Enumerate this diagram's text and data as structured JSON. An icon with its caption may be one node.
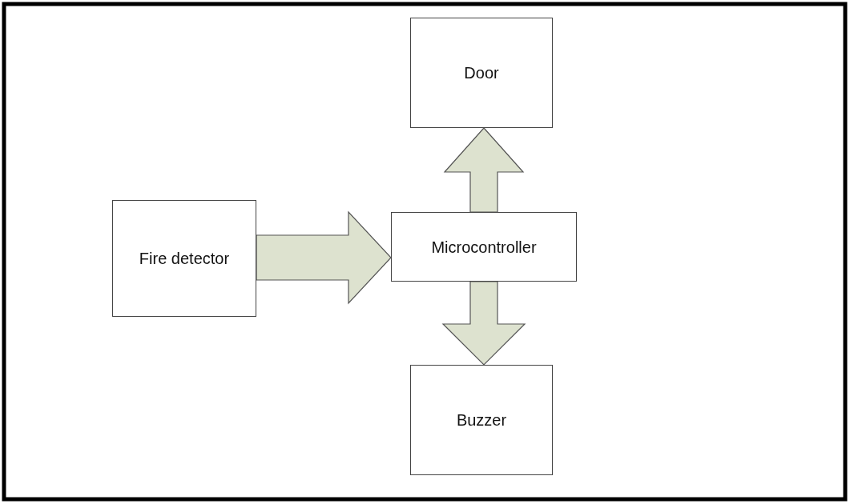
{
  "diagram": {
    "nodes": [
      {
        "text": [
          "Door"
        ]
      },
      {
        "text": [
          "Fire detector"
        ]
      },
      {
        "text": [
          "Microcontroller"
        ]
      },
      {
        "text": [
          "Buzzer"
        ]
      }
    ],
    "edges": [
      {
        "from": 1,
        "to": 2,
        "arrow": "to",
        "style": "thick"
      },
      {
        "from": 2,
        "to": 0,
        "arrow": "to",
        "style": "thick"
      },
      {
        "from": 2,
        "to": 3,
        "arrow": "to",
        "style": "thick"
      }
    ]
  }
}
